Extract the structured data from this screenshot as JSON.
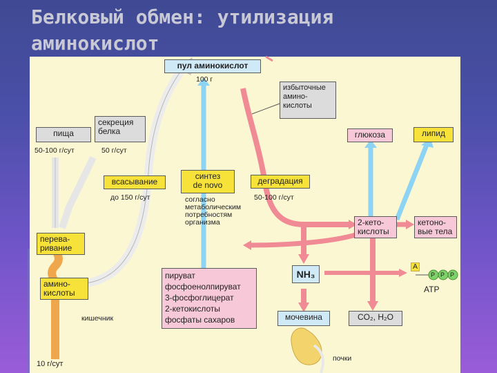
{
  "title": "Белковый обмен: утилизация\nаминокислот",
  "diagram": {
    "pool": "пул аминокислот",
    "pool_amount": "100 г",
    "excess": "избыточные\nамино-\nкислоты",
    "food": "пища",
    "food_rate": "50-100 г/сут",
    "secretion": "секреция\nбелка",
    "secretion_rate": "50 г/сут",
    "absorption": "всасывание",
    "absorption_rate": "до 150 г/сут",
    "synthesis": "синтез\nde novo",
    "synthesis_note": "согласно\nметаболическим\nпотребностям\nорганизма",
    "degradation": "деградация",
    "degradation_rate": "50-100 г/сут",
    "glucose": "глюкоза",
    "lipid": "липид",
    "digestion": "перева-\nривание",
    "amino_acids": "амино-\nкислоты",
    "intestine": "кишечник",
    "excretion_rate": "10 г/сут",
    "precursors": "пируват\nфосфоенолпируват\n3-фосфоглицерат\n2-кетокислоты\nфосфаты сахаров",
    "ketoacids": "2-кето-\nкислоты",
    "ketone_bodies": "кетоно-\nвые тела",
    "nh3": "NH₃",
    "urea": "мочевина",
    "co2_h2o": "CO₂, H₂O",
    "atp": "ATP",
    "atp_a": "A",
    "atp_p": "P",
    "kidneys": "почки"
  }
}
